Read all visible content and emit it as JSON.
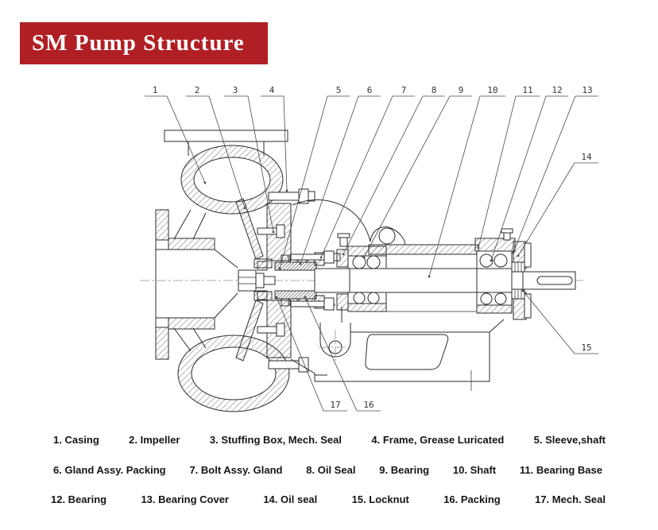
{
  "banner": {
    "title": "SM Pump Structure",
    "bg_color": "#b01f24",
    "text_color": "#ffffff"
  },
  "diagram": {
    "line_color": "#2b2b2b",
    "callouts": [
      "1",
      "2",
      "3",
      "4",
      "5",
      "6",
      "7",
      "8",
      "9",
      "10",
      "11",
      "12",
      "13",
      "14",
      "15",
      "16",
      "17"
    ]
  },
  "legend": {
    "rows": [
      {
        "items": [
          "1. Casing",
          "2. Impeller",
          "3. Stuffing Box, Mech. Seal",
          "4. Frame, Grease Luricated",
          "5. Sleeve,shaft"
        ]
      },
      {
        "items": [
          "6. Gland Assy. Packing",
          "7. Bolt Assy. Gland",
          "8. Oil Seal",
          "9. Bearing",
          "10. Shaft",
          "11. Bearing Base"
        ]
      },
      {
        "items": [
          "12. Bearing",
          "13. Bearing Cover",
          "14. Oil seal",
          "15. Locknut",
          "16. Packing",
          "17. Mech. Seal"
        ]
      }
    ]
  }
}
